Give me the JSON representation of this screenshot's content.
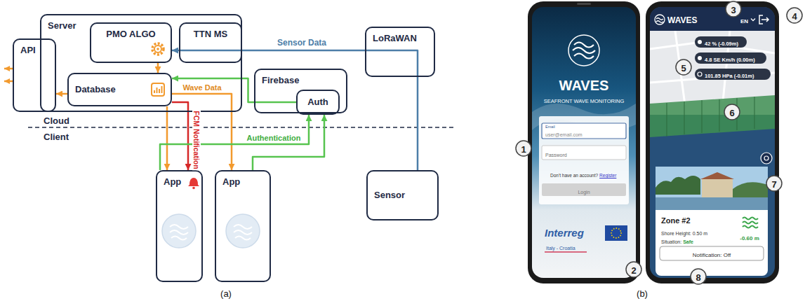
{
  "diagram": {
    "nodes": [
      {
        "text": [
          "Server"
        ]
      },
      {
        "text": [
          "API"
        ],
        "in": 0
      },
      {
        "text": [
          "PMO ALGO"
        ],
        "in": 0
      },
      {
        "text": [
          "TTN MS"
        ],
        "in": 0
      },
      {
        "text": [
          "Database"
        ],
        "in": 0
      },
      {
        "text": [
          "LoRaWAN"
        ]
      },
      {
        "text": [
          "Firebase"
        ]
      },
      {
        "text": [
          "Auth"
        ],
        "in": 6
      },
      {
        "text": [
          "App"
        ]
      },
      {
        "text": [
          "App"
        ]
      },
      {
        "text": [
          "Sensor"
        ]
      }
    ],
    "edges": [
      {
        "from": 10,
        "to": 2,
        "label": "Sensor Data",
        "arrow": "to"
      },
      {
        "from": 2,
        "to": 4,
        "arrow": "to"
      },
      {
        "from": 4,
        "to": 1,
        "arrow": "to"
      },
      {
        "from": 4,
        "to": 8,
        "arrow": "to"
      },
      {
        "from": 4,
        "to": 9,
        "label": "Wave Data",
        "arrow": "to"
      },
      {
        "from": 4,
        "to": 8,
        "label": "FCM Notification",
        "arrow": "to"
      },
      {
        "from": 7,
        "to": 4,
        "arrow": "to"
      },
      {
        "from": 8,
        "to": 7,
        "label": "Authentication",
        "arrow": "to"
      },
      {
        "from": 9,
        "to": 7,
        "arrow": "to"
      }
    ],
    "labels": [
      "Cloud",
      "Client",
      "(a)",
      "(b)",
      "WAVES",
      "SEAFRONT WAVE MONITORING",
      "Email",
      "user@email.com",
      "Password",
      "Don't have an account?",
      "Register",
      "Login",
      "Interreg",
      "Italy - Croatia",
      "WAVES",
      "EN",
      "42 % (-0.09m)",
      "4.8 SE Km/h (0.00m)",
      "101.85 HPa (-0.01m)",
      "Zone #2",
      "Shore Height: 0.50 m",
      "Situation:",
      "Safe",
      "-0.60 m",
      "Notification: Off",
      "1",
      "2",
      "3",
      "4",
      "5",
      "6",
      "7",
      "8"
    ]
  }
}
